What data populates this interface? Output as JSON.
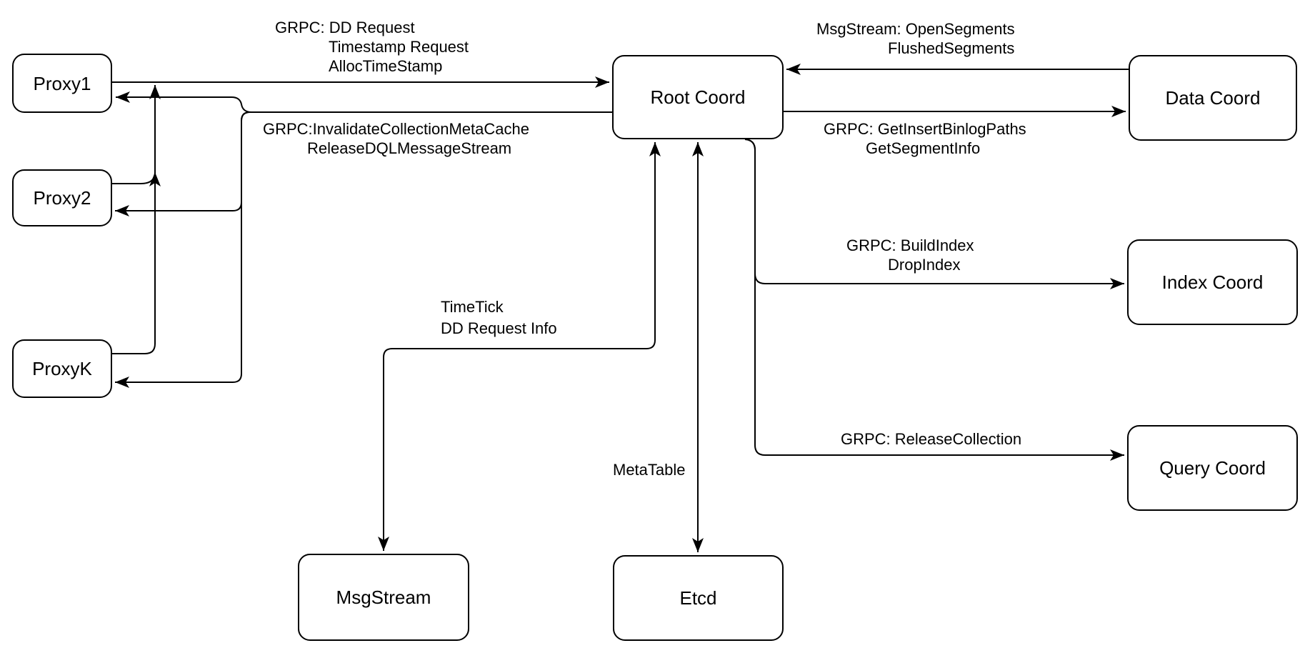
{
  "nodes": {
    "proxy1": "Proxy1",
    "proxy2": "Proxy2",
    "proxyk": "ProxyK",
    "root_coord": "Root Coord",
    "data_coord": "Data Coord",
    "index_coord": "Index Coord",
    "query_coord": "Query Coord",
    "msgstream": "MsgStream",
    "etcd": "Etcd"
  },
  "edge_labels": {
    "proxy_to_root_line1": "GRPC: DD Request",
    "proxy_to_root_line2": "Timestamp Request",
    "proxy_to_root_line3": "AllocTimeStamp",
    "root_to_proxy_line1": "GRPC:InvalidateCollectionMetaCache",
    "root_to_proxy_line2": "ReleaseDQLMessageStream",
    "data_to_root_line1": "MsgStream: OpenSegments",
    "data_to_root_line2": "FlushedSegments",
    "root_to_data_line1": "GRPC: GetInsertBinlogPaths",
    "root_to_data_line2": "GetSegmentInfo",
    "root_to_index_line1": "GRPC: BuildIndex",
    "root_to_index_line2": "DropIndex",
    "root_to_query_line1": "GRPC: ReleaseCollection",
    "root_to_msgstream_line1": "TimeTick",
    "root_to_msgstream_line2": "DD Request Info",
    "root_to_etcd_line1": "MetaTable"
  },
  "colors": {
    "stroke": "#000000",
    "node_fill": "#ffffff",
    "background": "#ffffff"
  }
}
